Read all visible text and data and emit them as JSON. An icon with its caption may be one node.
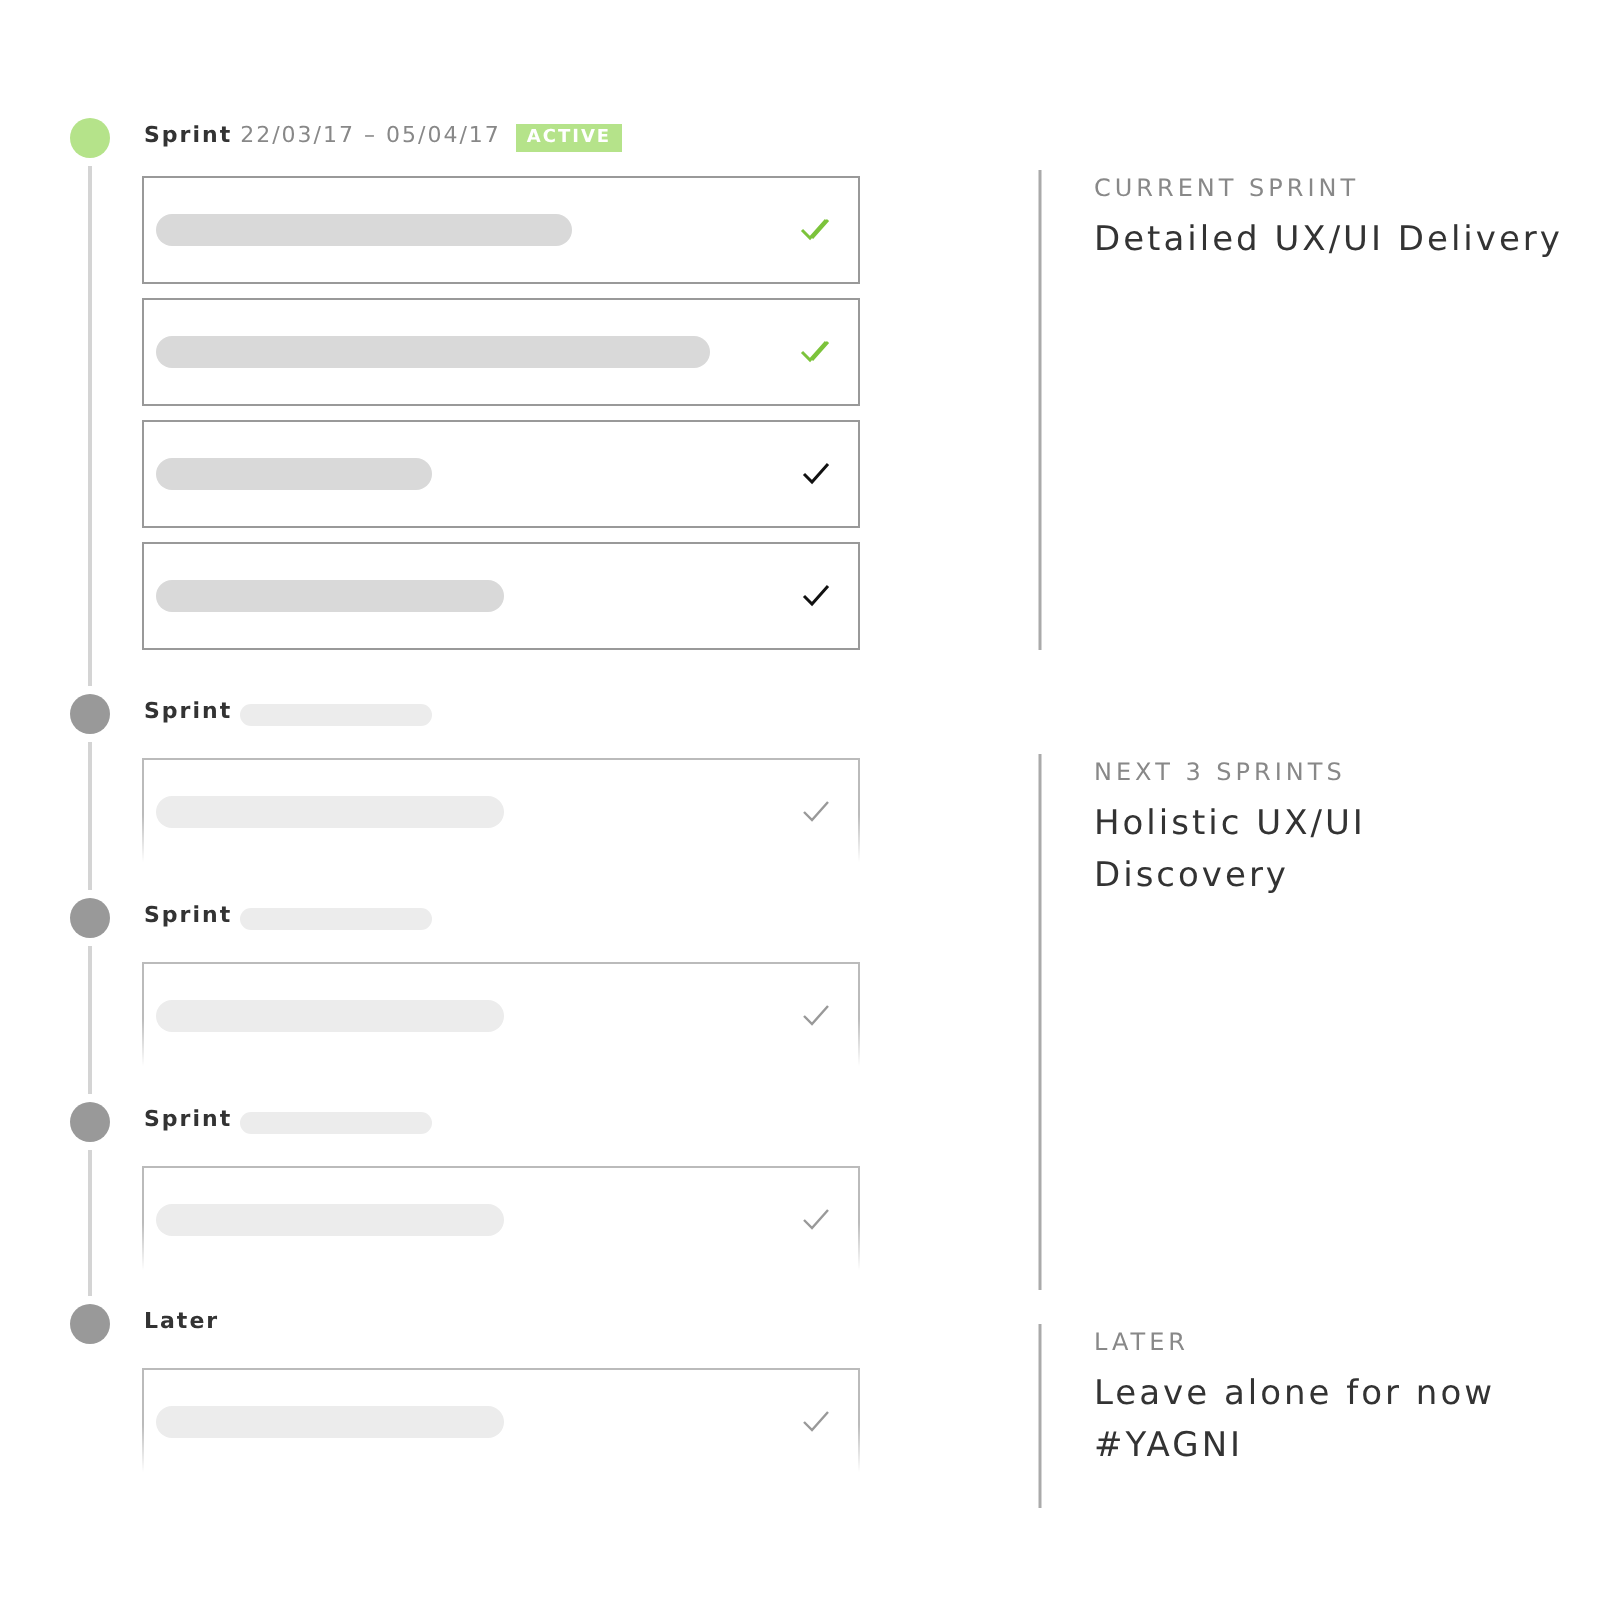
{
  "diagram": {
    "nodes": [
      {
        "text": [],
        "shape": "circle",
        "beside": [
          "Sprint",
          "22/03/17 – 05/04/17",
          "ACTIVE"
        ]
      },
      {
        "text": [],
        "shape": "box"
      },
      {
        "text": [],
        "shape": "box"
      },
      {
        "text": [],
        "shape": "box"
      },
      {
        "text": [],
        "shape": "box"
      },
      {
        "text": [],
        "shape": "circle",
        "beside": [
          "Sprint"
        ]
      },
      {
        "text": [],
        "shape": "box"
      },
      {
        "text": [],
        "shape": "circle",
        "beside": [
          "Sprint"
        ]
      },
      {
        "text": [],
        "shape": "box"
      },
      {
        "text": [],
        "shape": "circle",
        "beside": [
          "Sprint"
        ]
      },
      {
        "text": [],
        "shape": "box"
      },
      {
        "text": [],
        "shape": "circle",
        "beside": [
          "Later"
        ]
      },
      {
        "text": [],
        "shape": "box"
      }
    ],
    "edges": [
      {
        "from": 0,
        "to": 5,
        "arrow": "none"
      },
      {
        "from": 5,
        "to": 7,
        "arrow": "none"
      },
      {
        "from": 7,
        "to": 9,
        "arrow": "none"
      },
      {
        "from": 9,
        "to": 11,
        "arrow": "none"
      }
    ],
    "labels": [
      "CURRENT SPRINT",
      "Detailed UX/UI Delivery",
      "NEXT 3 SPRINTS",
      "Holistic UX/UI Discovery",
      "LATER",
      "Leave alone for now #YAGNI"
    ]
  }
}
